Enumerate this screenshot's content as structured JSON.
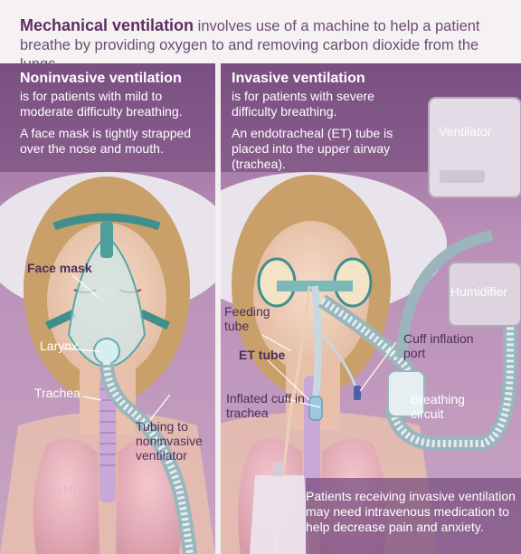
{
  "header": {
    "lead": "Mechanical ventilation",
    "rest": " involves use of a machine to help a patient breathe by providing oxygen to and removing carbon dioxide from the lungs."
  },
  "noninvasive": {
    "title": "Noninvasive ventilation",
    "desc": "is for patients with mild to moderate difficulty breathing.",
    "detail": "A face mask is tightly strapped over the nose and mouth."
  },
  "invasive": {
    "title": "Invasive ventilation",
    "desc": "is for patients with severe difficulty breathing.",
    "detail": "An endotracheal (ET) tube is placed into the upper airway (trachea)."
  },
  "labels": {
    "face_mask": "Face mask",
    "larynx": "Larynx",
    "trachea": "Trachea",
    "tubing": "Tubing to noninvasive ventilator",
    "lung": "LUNG",
    "ventilator": "Ventilator",
    "humidifier": "Humidifier",
    "feeding_tube": "Feeding tube",
    "et_tube": "ET tube",
    "inflated_cuff": "Inflated cuff in trachea",
    "cuff_port": "Cuff inflation port",
    "breathing_circuit": "Breathing circuit"
  },
  "note": "Patients receiving invasive ventilation may need intravenous medication to help decrease pain and anxiety."
}
